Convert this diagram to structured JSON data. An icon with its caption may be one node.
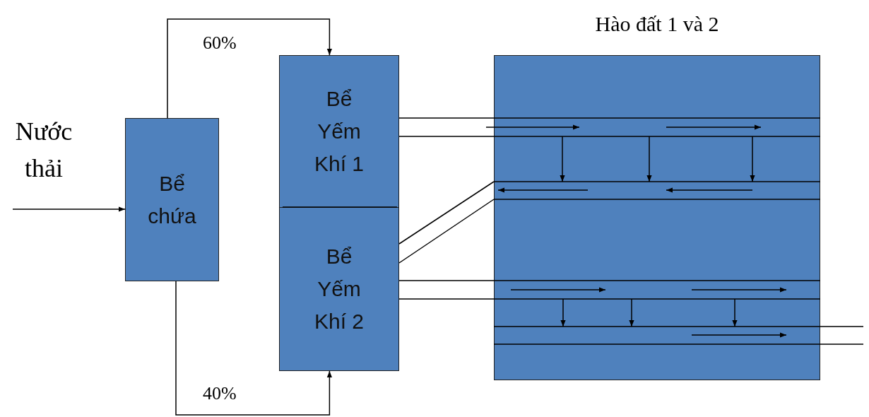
{
  "diagram": {
    "nodes": [
      {
        "text": [
          "Bể chứa"
        ]
      },
      {
        "text": [
          "Bể Yếm Khí 1"
        ]
      },
      {
        "text": [
          "Bể Yếm Khí 2"
        ]
      },
      {
        "text": [
          "Hào đất 1 và 2"
        ]
      }
    ],
    "edges": [
      {
        "from": null,
        "to": 0,
        "arrow": "to"
      },
      {
        "from": 0,
        "to": 1,
        "arrow": "to",
        "label": "60%"
      },
      {
        "from": 0,
        "to": 2,
        "arrow": "to",
        "label": "40%"
      },
      {
        "from": 1,
        "to": 3,
        "arrow": "none"
      },
      {
        "from": 2,
        "to": 3,
        "arrow": "none"
      },
      {
        "from": 2,
        "to": 3,
        "arrow": "none"
      },
      {
        "from": 3,
        "to": null,
        "arrow": "none"
      }
    ],
    "labels": [
      "Nước thải"
    ]
  }
}
